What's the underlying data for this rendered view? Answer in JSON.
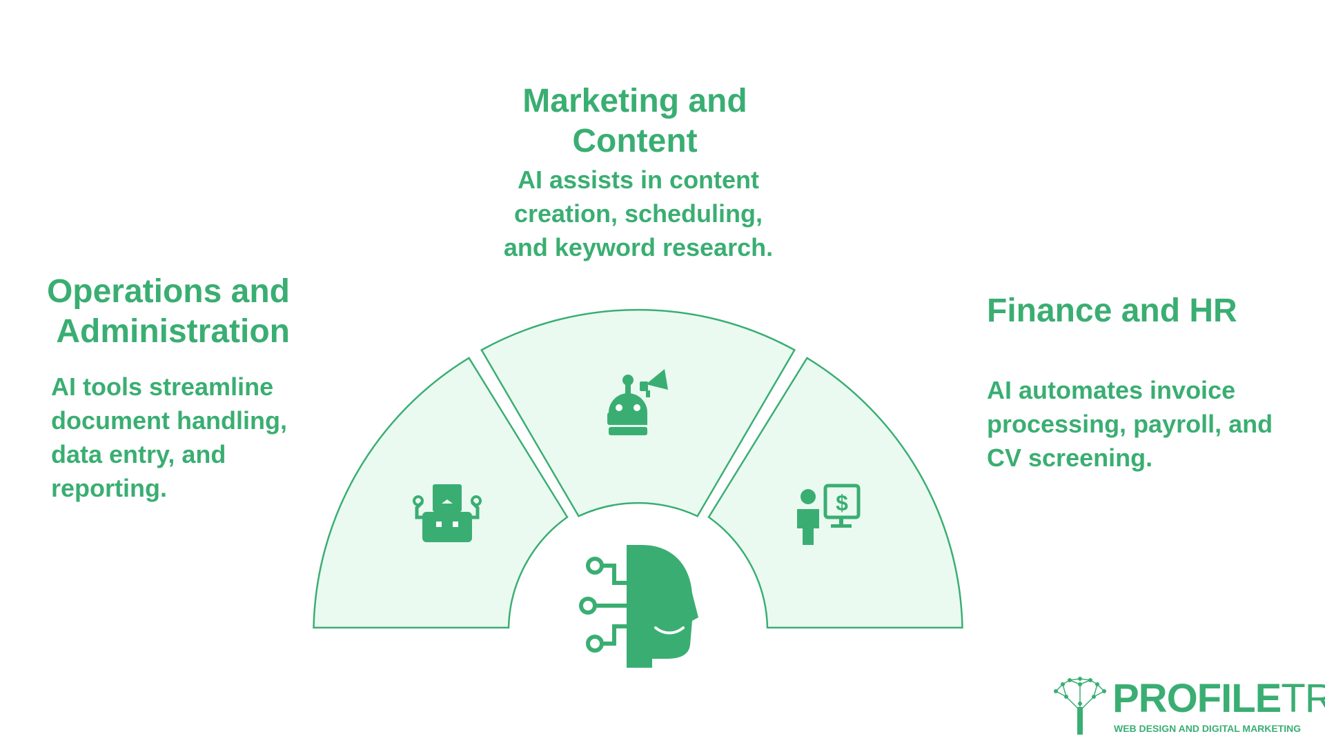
{
  "colors": {
    "accent": "#3aae72",
    "segment_fill": "#eafaf1",
    "background": "#ffffff"
  },
  "sections": {
    "marketing": {
      "title_line1": "Marketing and",
      "title_line2": "Content",
      "desc_line1": "AI assists in content",
      "desc_line2": "creation, scheduling,",
      "desc_line3": "and keyword research.",
      "icon": "robot-megaphone-icon"
    },
    "operations": {
      "title_line1": "Operations and",
      "title_line2": "Administration",
      "desc_line1": "AI tools streamline",
      "desc_line2": "document handling,",
      "desc_line3": "data entry, and",
      "desc_line4": "reporting.",
      "icon": "robot-arms-box-icon"
    },
    "finance": {
      "title": "Finance and HR",
      "desc_line1": "AI automates invoice",
      "desc_line2": "processing, payroll, and",
      "desc_line3": "CV screening.",
      "icon": "person-finance-monitor-icon"
    }
  },
  "center_icon": "ai-head-circuit-icon",
  "logo": {
    "name_part1": "PROFILE",
    "name_part2": "TREE",
    "tagline": "WEB DESIGN AND DIGITAL MARKETING",
    "icon": "tree-network-icon"
  }
}
